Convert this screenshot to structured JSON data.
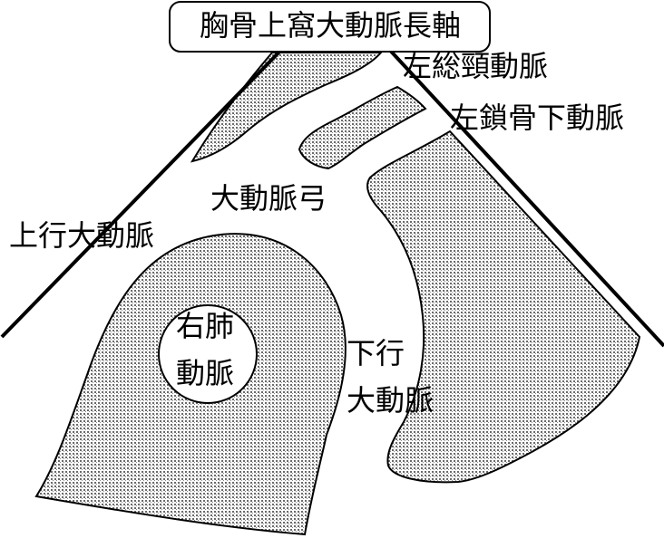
{
  "title": "胸骨上窩大動脈長軸",
  "labels": {
    "left_common_carotid": "左総頸動脈",
    "left_subclavian": "左鎖骨下動脈",
    "aortic_arch": "大動脈弓",
    "ascending_aorta": "上行大動脈",
    "right_pulmonary_artery_line1": "右肺",
    "right_pulmonary_artery_line2": "動脈",
    "descending_aorta_line1": "下行",
    "descending_aorta_line2": "大動脈"
  },
  "colors": {
    "stroke": "#000000",
    "tissue_fill": "#c9c9c9",
    "background": "#ffffff"
  }
}
